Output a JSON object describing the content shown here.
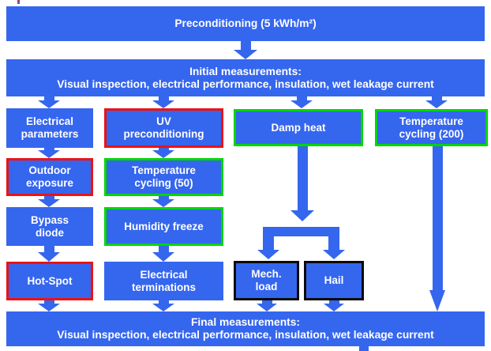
{
  "colors": {
    "box_blue": "#3566ee",
    "border_red": "#ee1111",
    "border_green": "#00d600",
    "border_black": "#0a0a0a",
    "text_white": "#ffffff"
  },
  "boxes": {
    "precond": {
      "lines": [
        "Preconditioning (5 kWh/m²)"
      ],
      "border": "none"
    },
    "initial": {
      "lines": [
        "Initial measurements:",
        "Visual inspection, electrical performance, insulation, wet leakage current"
      ],
      "border": "none"
    },
    "elec_params": {
      "lines": [
        "Electrical",
        "parameters"
      ],
      "border": "none"
    },
    "uv": {
      "lines": [
        "UV",
        "preconditioning"
      ],
      "border": "red"
    },
    "damp_heat": {
      "lines": [
        "Damp heat"
      ],
      "border": "green"
    },
    "tc200": {
      "lines": [
        "Temperature",
        "cycling (200)"
      ],
      "border": "green"
    },
    "outdoor": {
      "lines": [
        "Outdoor",
        "exposure"
      ],
      "border": "red"
    },
    "tc50": {
      "lines": [
        "Temperature",
        "cycling (50)"
      ],
      "border": "green"
    },
    "bypass": {
      "lines": [
        "Bypass",
        "diode"
      ],
      "border": "none"
    },
    "humidity": {
      "lines": [
        "Humidity freeze"
      ],
      "border": "green"
    },
    "hotspot": {
      "lines": [
        "Hot-Spot"
      ],
      "border": "red"
    },
    "elec_term": {
      "lines": [
        "Electrical",
        "terminations"
      ],
      "border": "none"
    },
    "mech_load": {
      "lines": [
        "Mech.",
        "load"
      ],
      "border": "black"
    },
    "hail": {
      "lines": [
        "Hail"
      ],
      "border": "black"
    },
    "final": {
      "lines": [
        "Final measurements:",
        "Visual inspection, electrical performance, insulation, wet leakage current"
      ],
      "border": "none"
    }
  },
  "edges": [
    "preconditioning -> initial measurements",
    "initial measurements -> electrical parameters",
    "initial measurements -> uv preconditioning",
    "initial measurements -> damp heat",
    "initial measurements -> temperature cycling (200)",
    "electrical parameters -> outdoor exposure -> bypass diode -> hot-spot -> final measurements",
    "uv preconditioning -> temperature cycling (50) -> humidity freeze -> electrical terminations -> final measurements",
    "damp heat -> (mech. load | hail) -> final measurements",
    "temperature cycling (200) -> final measurements"
  ]
}
